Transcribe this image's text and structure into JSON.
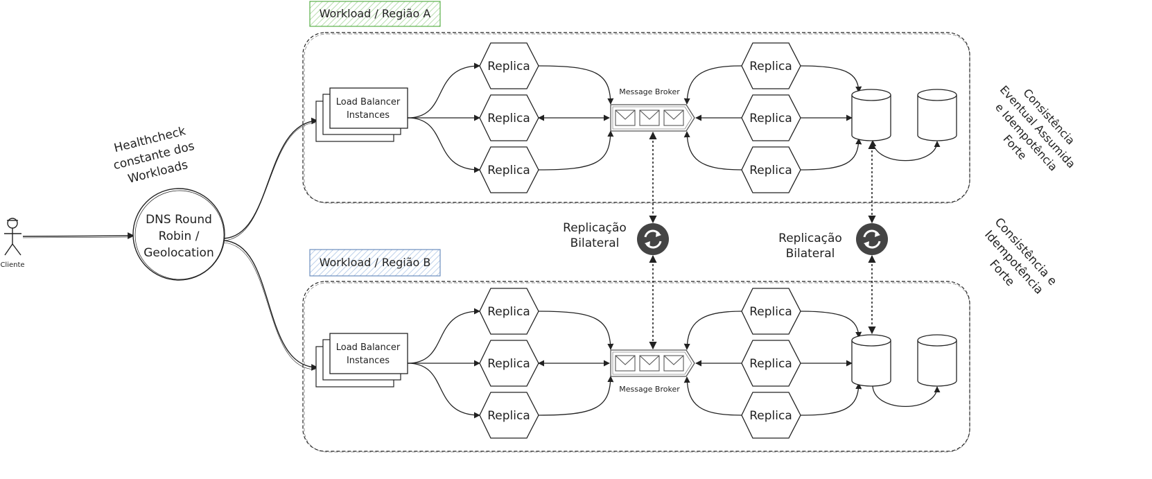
{
  "client": {
    "label": "Cliente"
  },
  "dns": {
    "lines": [
      "DNS Round",
      "Robin /",
      "Geolocation"
    ]
  },
  "healthcheck": {
    "lines": [
      "Healthcheck",
      "constante dos",
      "Workloads"
    ]
  },
  "regions": [
    {
      "tag": "Workload / Região A",
      "tag_fill": "#e5f3df",
      "tag_stroke": "#5ab04a",
      "load_balancer": {
        "lines": [
          "Load Balancer",
          "Instances"
        ]
      },
      "broker_label": "Message Broker",
      "left_replicas": [
        "Replica",
        "Replica",
        "Replica"
      ],
      "right_replicas": [
        "Replica",
        "Replica",
        "Replica"
      ],
      "consistency_note": [
        "Consistência",
        "Eventual Assumida",
        "e Idempotência",
        "Forte"
      ]
    },
    {
      "tag": "Workload / Região B",
      "tag_fill": "#e3ecf7",
      "tag_stroke": "#6c8ebf",
      "load_balancer": {
        "lines": [
          "Load Balancer",
          "Instances"
        ]
      },
      "broker_label": "Message Broker",
      "left_replicas": [
        "Replica",
        "Replica",
        "Replica"
      ],
      "right_replicas": [
        "Replica",
        "Replica",
        "Replica"
      ],
      "consistency_note": [
        "Consistência e",
        "Idempotência",
        "Forte"
      ]
    }
  ],
  "replication": [
    {
      "lines": [
        "Replicação",
        "Bilateral"
      ],
      "icon": "sync-icon"
    },
    {
      "lines": [
        "Replicação",
        "Bilateral"
      ],
      "icon": "sync-icon"
    }
  ],
  "colors": {
    "stroke": "#222222",
    "icon_fill": "#444444"
  }
}
